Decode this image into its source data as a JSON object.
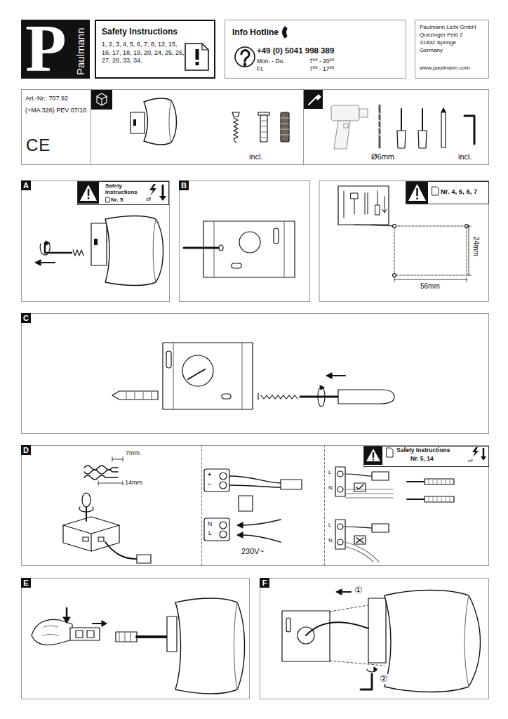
{
  "diagram": {
    "nodes": [
      {
        "text": [
          "P",
          "Paulmann"
        ]
      },
      {
        "text": [
          "Safety Instructions",
          "1, 2, 3, 4, 5, 6, 7, 8, 12, 15, 16, 17, 18, 19, 20, 24, 25, 26, 27, 28, 33, 34,"
        ]
      },
      {
        "text": [
          "Info Hotline",
          "+49 (0) 5041 998 389",
          "Mon. - Do.",
          "7⁰⁰ - 20⁰⁰",
          "Fr.",
          "7⁰⁰ - 17⁰⁰"
        ]
      },
      {
        "text": [
          "Paulmann Licht GmbH",
          "Quezinger Feld 2",
          "31832 Springe",
          "Germany",
          "www.paulmann.com"
        ]
      },
      {
        "text": [
          "Art.-Nr.: 707.92",
          "(+MA 326) PEV 07/16"
        ]
      },
      {
        "text": [
          "A"
        ]
      },
      {
        "text": [
          "Safety Instructions",
          "Nr. 5",
          "off"
        ],
        "in": 5
      },
      {
        "text": [
          "B"
        ]
      },
      {
        "text": [
          "Nr. 4, 5, 6, 7"
        ]
      },
      {
        "text": [
          "C"
        ]
      },
      {
        "text": [
          "D"
        ]
      },
      {
        "text": [
          "Safety Instructions",
          "Nr. 5, 14",
          "off"
        ],
        "in": 10
      },
      {
        "text": [
          "E"
        ]
      },
      {
        "text": [
          "F"
        ]
      }
    ],
    "labels": [
      "CE",
      "incl.",
      "Ø6mm",
      "incl.",
      "24mm",
      "56mm",
      "7mm",
      "14mm",
      "+",
      "–",
      "N",
      "L",
      "230V~",
      "L",
      "N",
      "L",
      "N",
      "①",
      "②"
    ]
  }
}
